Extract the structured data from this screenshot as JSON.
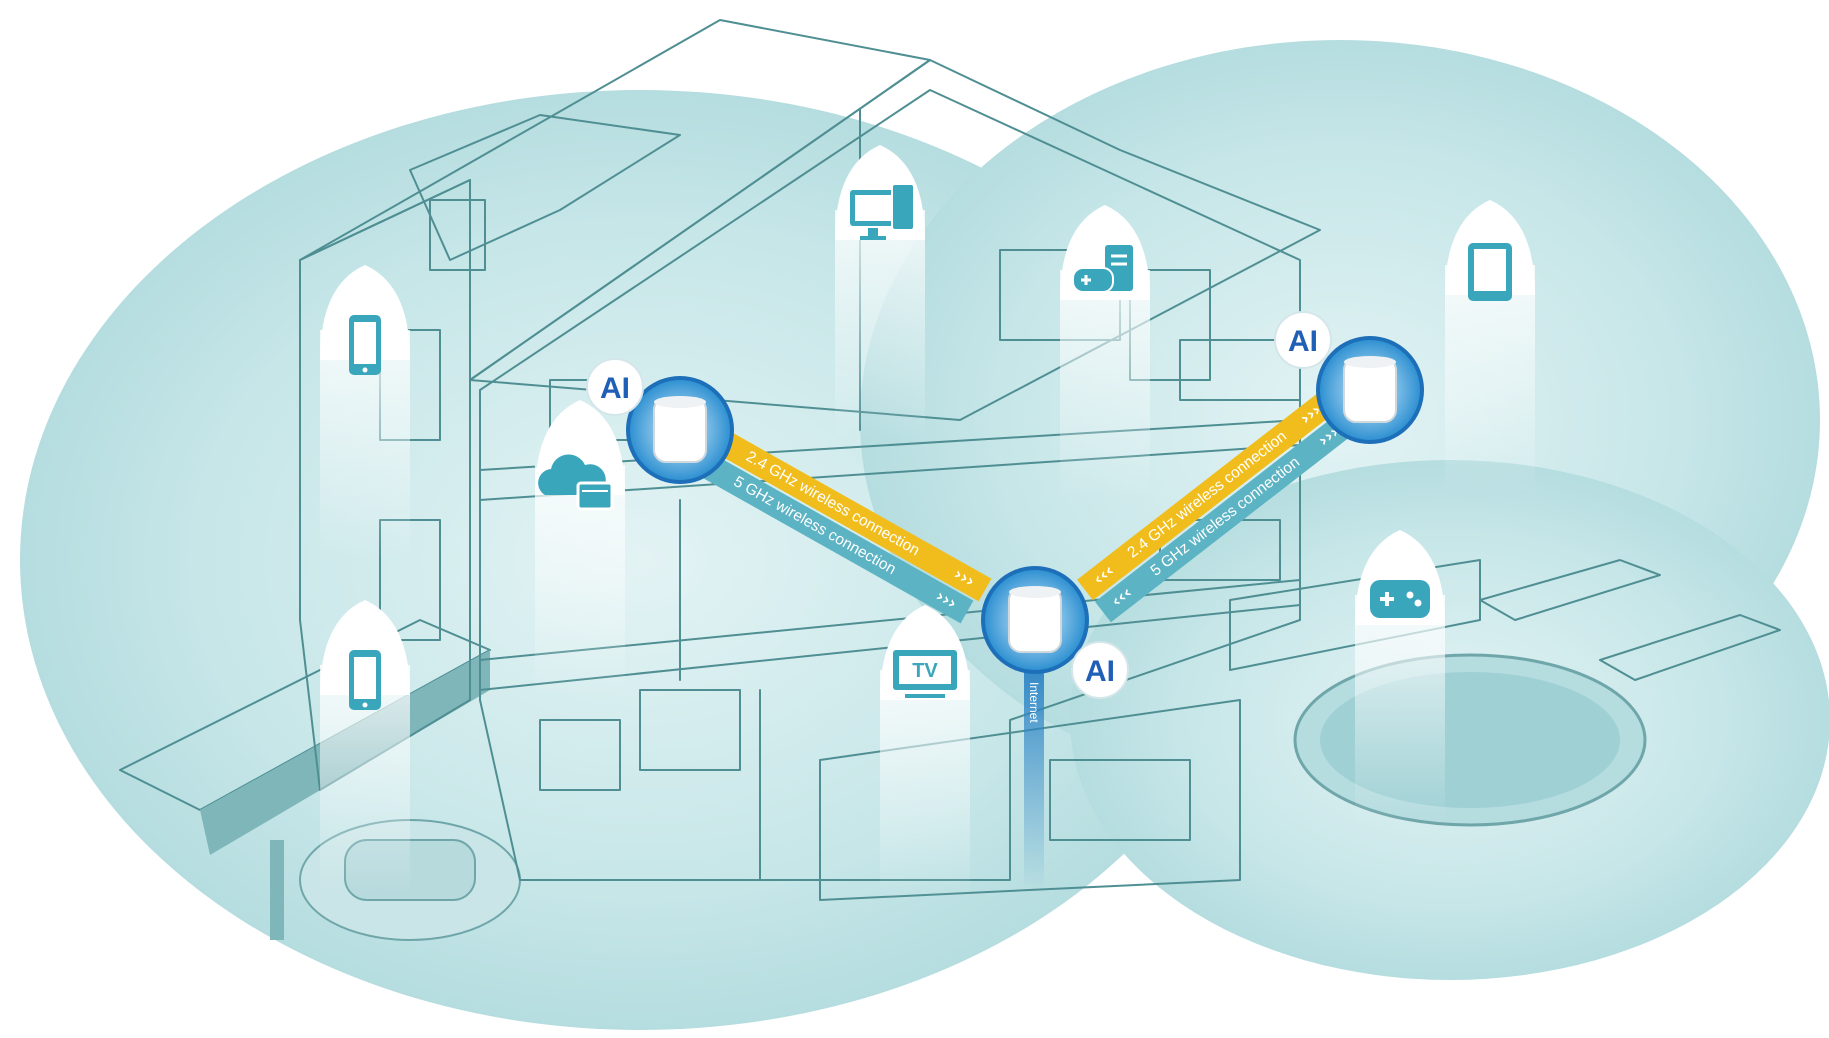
{
  "colors": {
    "band_24": "#f1bd1c",
    "band_5": "#5bb3c3",
    "icon_blue": "#3aa6bc",
    "router_ring": "#1c6fb8",
    "ai_text": "#1f5fb6",
    "house": "#8fc3c6",
    "backdrop": "#bfe2e4"
  },
  "links": [
    {
      "name": "left-link",
      "band_24_label": "2.4 GHz wireless connection",
      "band_5_label": "5 GHz wireless connection"
    },
    {
      "name": "right-link",
      "band_24_label": "2.4 GHz wireless connection",
      "band_5_label": "5 GHz wireless connection"
    }
  ],
  "routers": [
    {
      "name": "router-left",
      "badge": "AI"
    },
    {
      "name": "router-right",
      "badge": "AI"
    },
    {
      "name": "router-center",
      "badge": "AI"
    }
  ],
  "internet_label": "Internet",
  "device_icons": [
    {
      "name": "phone-icon"
    },
    {
      "name": "cloud-folder-icon"
    },
    {
      "name": "phone-icon"
    },
    {
      "name": "desktop-monitor-icon"
    },
    {
      "name": "game-console-icon"
    },
    {
      "name": "tablet-icon"
    },
    {
      "name": "gamepad-icon"
    },
    {
      "name": "tv-icon",
      "text": "TV"
    }
  ]
}
